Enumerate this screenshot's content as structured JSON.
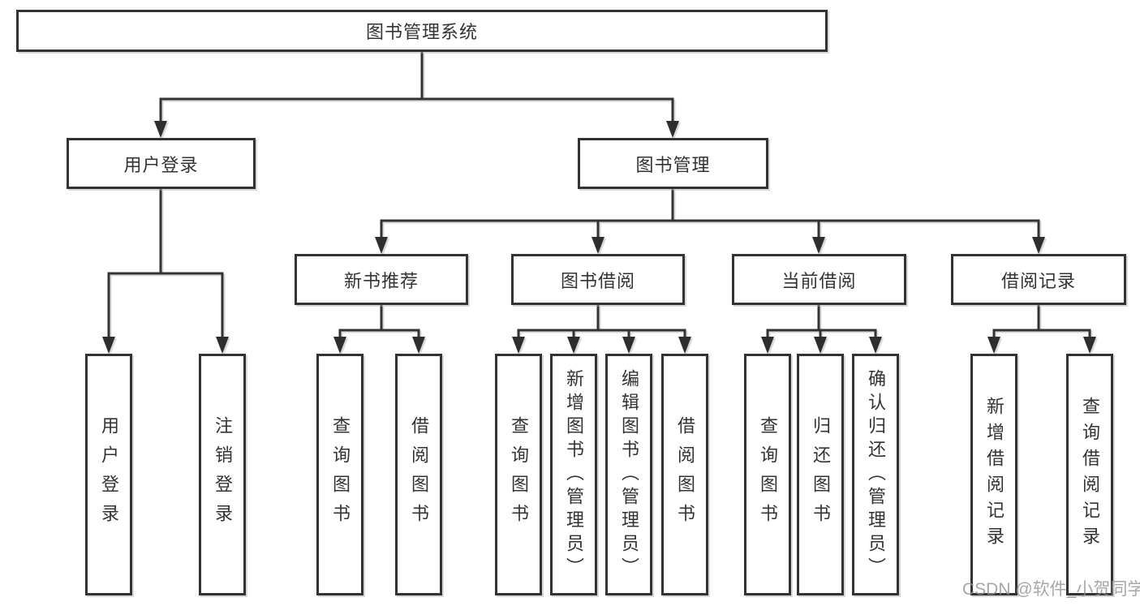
{
  "diagram": {
    "root": "图书管理系统",
    "level2": [
      "用户登录",
      "图书管理"
    ],
    "level3": [
      "新书推荐",
      "图书借阅",
      "当前借阅",
      "借阅记录"
    ],
    "leaves": {
      "user_login": [
        "用户登录",
        "注销登录"
      ],
      "new_book_recommend": [
        "查询图书",
        "借阅图书"
      ],
      "book_borrow": [
        "查询图书",
        "新增图书（管理员）",
        "编辑图书（管理员）",
        "借阅图书"
      ],
      "current_borrow": [
        "查询图书",
        "归还图书",
        "确认归还（管理员）"
      ],
      "borrow_record": [
        "新增借阅记录",
        "查询借阅记录"
      ]
    }
  },
  "watermark": "CSDN @软件_小贺同学",
  "colors": {
    "line": "#333333",
    "arrowhead": "#2e2e2e",
    "text": "#333333",
    "box_background": "#ffffff",
    "watermark": "#919191",
    "background": "#ffffff"
  }
}
